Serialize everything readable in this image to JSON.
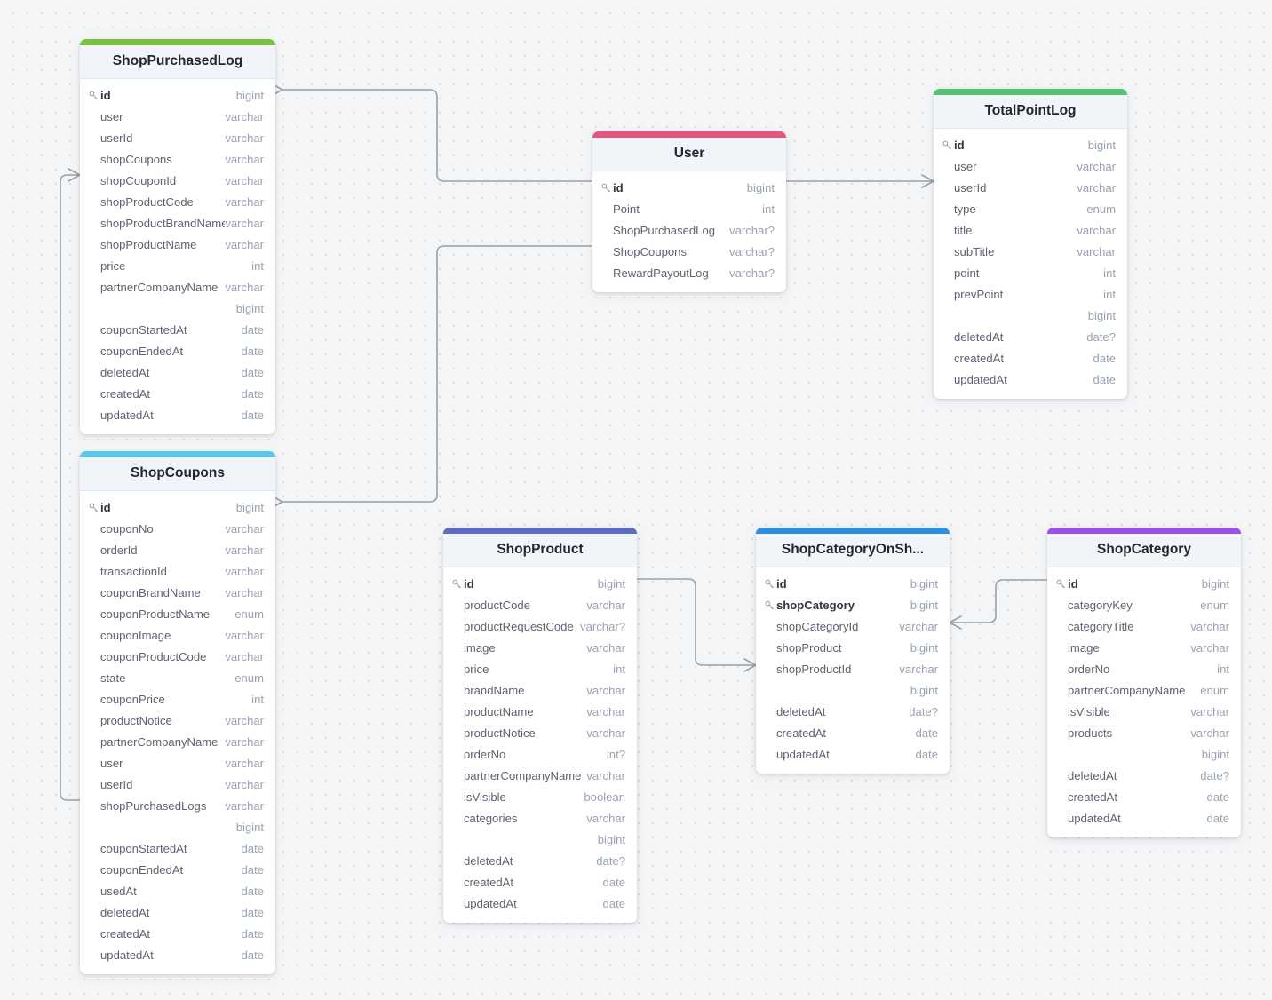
{
  "diagram": {
    "kind": "entity-relationship-diagram",
    "background_color": "#f4f5f7",
    "edge_color": "#9aa0a8",
    "key_icon": "key-icon"
  },
  "tables": [
    {
      "id": "shoppurchasedlog",
      "name": "ShopPurchasedLog",
      "accent": "#7ac143",
      "columns": [
        {
          "name": "id",
          "type": "bigint",
          "pk": true
        },
        {
          "name": "user",
          "type": "varchar",
          "pk": false
        },
        {
          "name": "userId",
          "type": "varchar",
          "pk": false
        },
        {
          "name": "shopCoupons",
          "type": "varchar",
          "pk": false
        },
        {
          "name": "shopCouponId",
          "type": "varchar",
          "pk": false
        },
        {
          "name": "shopProductCode",
          "type": "varchar",
          "pk": false
        },
        {
          "name": "shopProductBrandName",
          "type": "varchar",
          "pk": false
        },
        {
          "name": "shopProductName",
          "type": "varchar",
          "pk": false
        },
        {
          "name": "price",
          "type": "int",
          "pk": false
        },
        {
          "name": "partnerCompanyName",
          "type": "varchar",
          "pk": false
        },
        {
          "name": "",
          "type": "bigint",
          "pk": false
        },
        {
          "name": "couponStartedAt",
          "type": "date",
          "pk": false
        },
        {
          "name": "couponEndedAt",
          "type": "date",
          "pk": false
        },
        {
          "name": "deletedAt",
          "type": "date",
          "pk": false
        },
        {
          "name": "createdAt",
          "type": "date",
          "pk": false
        },
        {
          "name": "updatedAt",
          "type": "date",
          "pk": false
        }
      ]
    },
    {
      "id": "shopcoupons",
      "name": "ShopCoupons",
      "accent": "#5bc8e8",
      "columns": [
        {
          "name": "id",
          "type": "bigint",
          "pk": true
        },
        {
          "name": "couponNo",
          "type": "varchar",
          "pk": false
        },
        {
          "name": "orderId",
          "type": "varchar",
          "pk": false
        },
        {
          "name": "transactionId",
          "type": "varchar",
          "pk": false
        },
        {
          "name": "couponBrandName",
          "type": "varchar",
          "pk": false
        },
        {
          "name": "couponProductName",
          "type": "enum",
          "pk": false
        },
        {
          "name": "couponImage",
          "type": "varchar",
          "pk": false
        },
        {
          "name": "couponProductCode",
          "type": "varchar",
          "pk": false
        },
        {
          "name": "state",
          "type": "enum",
          "pk": false
        },
        {
          "name": "couponPrice",
          "type": "int",
          "pk": false
        },
        {
          "name": "productNotice",
          "type": "varchar",
          "pk": false
        },
        {
          "name": "partnerCompanyName",
          "type": "varchar",
          "pk": false
        },
        {
          "name": "user",
          "type": "varchar",
          "pk": false
        },
        {
          "name": "userId",
          "type": "varchar",
          "pk": false
        },
        {
          "name": "shopPurchasedLogs",
          "type": "varchar",
          "pk": false
        },
        {
          "name": "",
          "type": "bigint",
          "pk": false
        },
        {
          "name": "couponStartedAt",
          "type": "date",
          "pk": false
        },
        {
          "name": "couponEndedAt",
          "type": "date",
          "pk": false
        },
        {
          "name": "usedAt",
          "type": "date",
          "pk": false
        },
        {
          "name": "deletedAt",
          "type": "date",
          "pk": false
        },
        {
          "name": "createdAt",
          "type": "date",
          "pk": false
        },
        {
          "name": "updatedAt",
          "type": "date",
          "pk": false
        }
      ]
    },
    {
      "id": "user",
      "name": "User",
      "accent": "#e8537f",
      "columns": [
        {
          "name": "id",
          "type": "bigint",
          "pk": true
        },
        {
          "name": "Point",
          "type": "int",
          "pk": false
        },
        {
          "name": "ShopPurchasedLog",
          "type": "varchar?",
          "pk": false
        },
        {
          "name": "ShopCoupons",
          "type": "varchar?",
          "pk": false
        },
        {
          "name": "RewardPayoutLog",
          "type": "varchar?",
          "pk": false
        }
      ]
    },
    {
      "id": "totalpointlog",
      "name": "TotalPointLog",
      "accent": "#56c271",
      "columns": [
        {
          "name": "id",
          "type": "bigint",
          "pk": true
        },
        {
          "name": "user",
          "type": "varchar",
          "pk": false
        },
        {
          "name": "userId",
          "type": "varchar",
          "pk": false
        },
        {
          "name": "type",
          "type": "enum",
          "pk": false
        },
        {
          "name": "title",
          "type": "varchar",
          "pk": false
        },
        {
          "name": "subTitle",
          "type": "varchar",
          "pk": false
        },
        {
          "name": "point",
          "type": "int",
          "pk": false
        },
        {
          "name": "prevPoint",
          "type": "int",
          "pk": false
        },
        {
          "name": "",
          "type": "bigint",
          "pk": false
        },
        {
          "name": "deletedAt",
          "type": "date?",
          "pk": false
        },
        {
          "name": "createdAt",
          "type": "date",
          "pk": false
        },
        {
          "name": "updatedAt",
          "type": "date",
          "pk": false
        }
      ]
    },
    {
      "id": "shopproduct",
      "name": "ShopProduct",
      "accent": "#5c6bc0",
      "columns": [
        {
          "name": "id",
          "type": "bigint",
          "pk": true
        },
        {
          "name": "productCode",
          "type": "varchar",
          "pk": false
        },
        {
          "name": "productRequestCode",
          "type": "varchar?",
          "pk": false
        },
        {
          "name": "image",
          "type": "varchar",
          "pk": false
        },
        {
          "name": "price",
          "type": "int",
          "pk": false
        },
        {
          "name": "brandName",
          "type": "varchar",
          "pk": false
        },
        {
          "name": "productName",
          "type": "varchar",
          "pk": false
        },
        {
          "name": "productNotice",
          "type": "varchar",
          "pk": false
        },
        {
          "name": "orderNo",
          "type": "int?",
          "pk": false
        },
        {
          "name": "partnerCompanyName",
          "type": "varchar",
          "pk": false
        },
        {
          "name": "isVisible",
          "type": "boolean",
          "pk": false
        },
        {
          "name": "categories",
          "type": "varchar",
          "pk": false
        },
        {
          "name": "",
          "type": "bigint",
          "pk": false
        },
        {
          "name": "deletedAt",
          "type": "date?",
          "pk": false
        },
        {
          "name": "createdAt",
          "type": "date",
          "pk": false
        },
        {
          "name": "updatedAt",
          "type": "date",
          "pk": false
        }
      ]
    },
    {
      "id": "shopcategoryonshop",
      "name": "ShopCategoryOnSh...",
      "accent": "#2e8fd8",
      "columns": [
        {
          "name": "id",
          "type": "bigint",
          "pk": true
        },
        {
          "name": "shopCategory",
          "type": "bigint",
          "pk": true
        },
        {
          "name": "shopCategoryId",
          "type": "varchar",
          "pk": false
        },
        {
          "name": "shopProduct",
          "type": "bigint",
          "pk": false
        },
        {
          "name": "shopProductId",
          "type": "varchar",
          "pk": false
        },
        {
          "name": "",
          "type": "bigint",
          "pk": false
        },
        {
          "name": "deletedAt",
          "type": "date?",
          "pk": false
        },
        {
          "name": "createdAt",
          "type": "date",
          "pk": false
        },
        {
          "name": "updatedAt",
          "type": "date",
          "pk": false
        }
      ]
    },
    {
      "id": "shopcategory",
      "name": "ShopCategory",
      "accent": "#9b51e0",
      "columns": [
        {
          "name": "id",
          "type": "bigint",
          "pk": true
        },
        {
          "name": "categoryKey",
          "type": "enum",
          "pk": false
        },
        {
          "name": "categoryTitle",
          "type": "varchar",
          "pk": false
        },
        {
          "name": "image",
          "type": "varchar",
          "pk": false
        },
        {
          "name": "orderNo",
          "type": "int",
          "pk": false
        },
        {
          "name": "partnerCompanyName",
          "type": "enum",
          "pk": false
        },
        {
          "name": "isVisible",
          "type": "varchar",
          "pk": false
        },
        {
          "name": "products",
          "type": "varchar",
          "pk": false
        },
        {
          "name": "",
          "type": "bigint",
          "pk": false
        },
        {
          "name": "deletedAt",
          "type": "date?",
          "pk": false
        },
        {
          "name": "createdAt",
          "type": "date",
          "pk": false
        },
        {
          "name": "updatedAt",
          "type": "date",
          "pk": false
        }
      ]
    }
  ],
  "relationships": [
    {
      "from": "User.id",
      "to": "ShopPurchasedLog.id",
      "crow_at": "to"
    },
    {
      "from": "User.ShopPurchasedLog",
      "to": "ShopCoupons.id",
      "crow_at": "to"
    },
    {
      "from": "User.id",
      "to": "TotalPointLog.userId",
      "crow_at": "to"
    },
    {
      "from": "ShopCoupons.shopPurchasedLogs",
      "to": "ShopPurchasedLog.shopCouponId",
      "crow_at": "to"
    },
    {
      "from": "ShopProduct.id",
      "to": "ShopCategoryOnShop.shopProductId",
      "crow_at": "to"
    },
    {
      "from": "ShopCategoryOnShop.shopCategoryId",
      "to": "ShopCategory.id",
      "crow_at": "from"
    }
  ]
}
